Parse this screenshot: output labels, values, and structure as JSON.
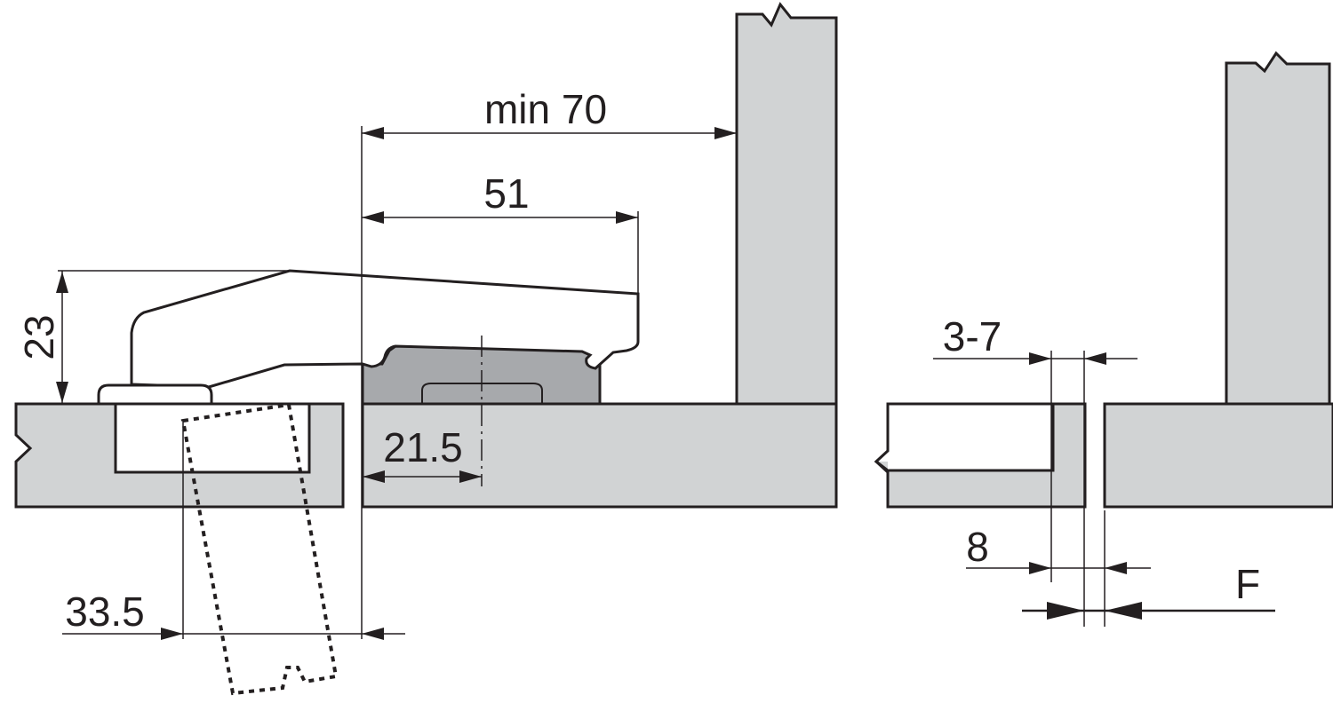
{
  "title": "Concealed hinge mounting dimensions",
  "colors": {
    "panel": "#d1d3d4",
    "plate": "#a7a9ac",
    "line": "#231f20"
  },
  "dimensions": {
    "min_70": "min 70",
    "d51": "51",
    "d23": "23",
    "d21_5": "21.5",
    "d33_5": "33.5",
    "d3_7": "3-7",
    "d8": "8",
    "F": "F"
  }
}
